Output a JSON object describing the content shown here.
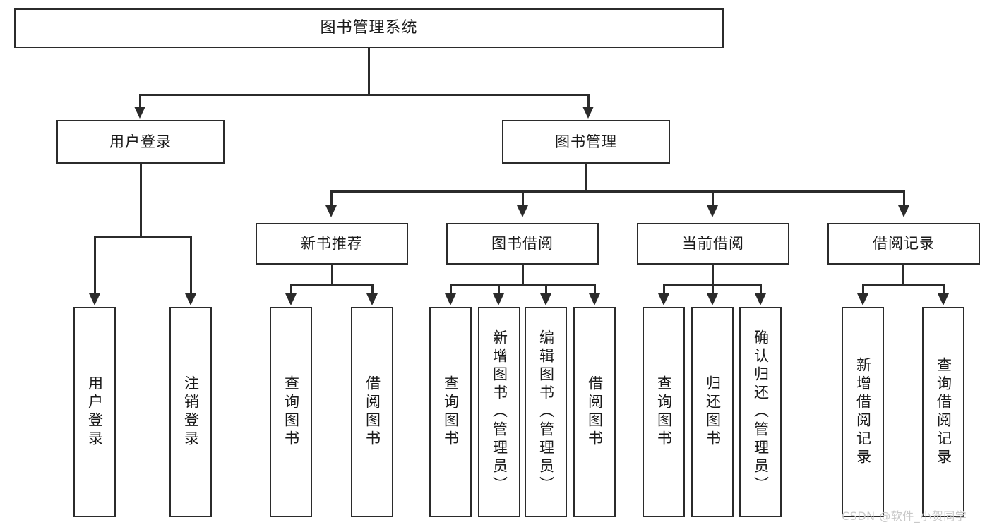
{
  "diagram": {
    "title": "图书管理系统",
    "type": "功能结构图",
    "watermark": "CSDN @软件_小贺同学",
    "theme": {
      "box_border": "#2b2b2b",
      "box_fill": "#ffffff",
      "line": "#2b2b2b",
      "text": "#1a1a1a",
      "background": "#ffffff",
      "watermark_color": "#c9c9c9"
    },
    "root": {
      "label": "图书管理系统"
    },
    "level2": [
      {
        "label": "用户登录"
      },
      {
        "label": "图书管理"
      }
    ],
    "level3": [
      {
        "label": "新书推荐"
      },
      {
        "label": "图书借阅"
      },
      {
        "label": "当前借阅"
      },
      {
        "label": "借阅记录"
      }
    ],
    "leaves": {
      "user_login": [
        {
          "label": "用户登录"
        },
        {
          "label": "注销登录"
        }
      ],
      "new_book": [
        {
          "label": "查询图书"
        },
        {
          "label": "借阅图书"
        }
      ],
      "book_borrow": [
        {
          "label": "查询图书"
        },
        {
          "label": "新增图书（管理员）"
        },
        {
          "label": "编辑图书（管理员）"
        },
        {
          "label": "借阅图书"
        }
      ],
      "current_borrow": [
        {
          "label": "查询图书"
        },
        {
          "label": "归还图书"
        },
        {
          "label": "确认归还（管理员）"
        }
      ],
      "borrow_record": [
        {
          "label": "新增借阅记录"
        },
        {
          "label": "查询借阅记录"
        }
      ]
    }
  }
}
